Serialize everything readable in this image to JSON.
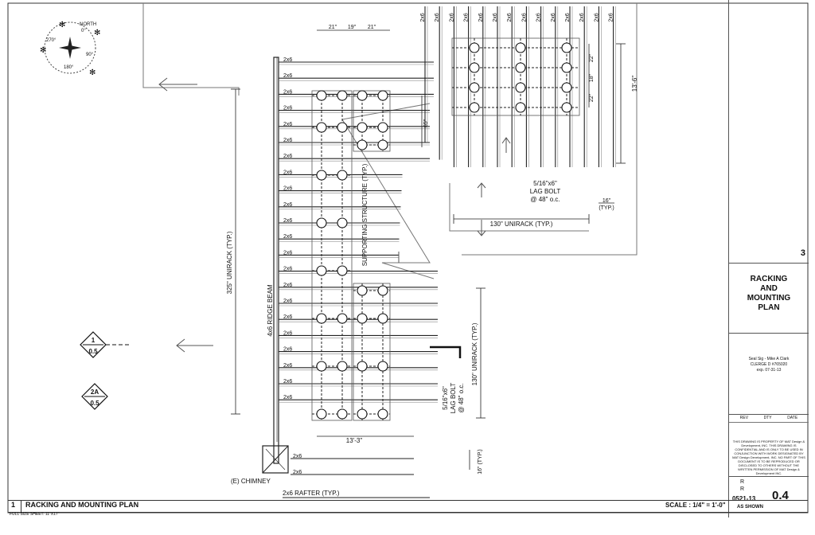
{
  "sheet": {
    "title": "RACKING AND MOUNTING PLAN",
    "title_lines": [
      "RACKING",
      "AND",
      "MOUNTING",
      "PLAN"
    ],
    "plan_number": "1",
    "plan_label": "RACKING AND MOUNTING PLAN",
    "full_size_note": "FULL SIZE SHEET: 11\"X17\"",
    "scale_text": "SCALE :  1/4\" = 1'-0\"",
    "as_shown": "AS SHOWN",
    "sheet_number": "0.4",
    "job_number": "0521-13",
    "side_number": "3",
    "stamp_lines": [
      "Seal Sig - Mike A Clark",
      "CLERGE D #765020",
      "exp. 07-31-13"
    ],
    "rev_headers": [
      "REV",
      "DTY",
      "DATE"
    ],
    "rev_marks": [
      "R",
      "R"
    ],
    "copyright_note": "THIS DRAWING IS PROPERTY OF MAT Design & Development, INC. THIS DRAWING IS CONFIDENTIAL AND IS ONLY TO BE USED IN CONJUNCTION WITH WORK DESIGNATED BY MAT Design Development, INC. NO PART OF THIS DOCUMENT IS TO BE REPRODUCED OR DISCLOSED TO OTHERS WITHOUT THE WRITTEN PERMISSION OF MAT Design & Development INC."
  },
  "compass": {
    "north": "NORTH",
    "deg0": "0°",
    "deg90": "90°",
    "deg180": "180°",
    "deg270": "270°"
  },
  "callouts": {
    "detail1": {
      "top": "1",
      "bottom": "0.5"
    },
    "detail2": {
      "top": "2A",
      "bottom": "0.5"
    }
  },
  "labels": {
    "rafter": "2x6",
    "rafter_typ": "2x6  RAFTER (TYP.)",
    "ridge_beam": "4x6 RIDGE BEAM",
    "supporting_structure": "SUPPORTING STRUCTURE (TYP.)",
    "chimney": "(E) CHIMNEY",
    "unirack_325": "325\" UNIRACK (TYP.)",
    "unirack_130_vertical": "130\" UNIRACK (TYP.)",
    "unirack_130_horizontal": "130\" UNIRACK (TYP.)",
    "lag_bolt_line1": "5/16\"x6\"",
    "lag_bolt_line2": "LAG BOLT",
    "lag_bolt_line3": "@ 48\" o.c.",
    "dim_13_6": "13'-6\"",
    "dim_13_3": "13'-3\"",
    "dim_16_typ": "16\"",
    "typ": "(TYP.)",
    "dim_16_typ_lower": "16\" (TYP.)",
    "dim_65": "65\"",
    "top_dims": [
      "21\"",
      "19\"",
      "21\""
    ],
    "right_dims": [
      "22\"",
      "18\"",
      "22\""
    ]
  }
}
